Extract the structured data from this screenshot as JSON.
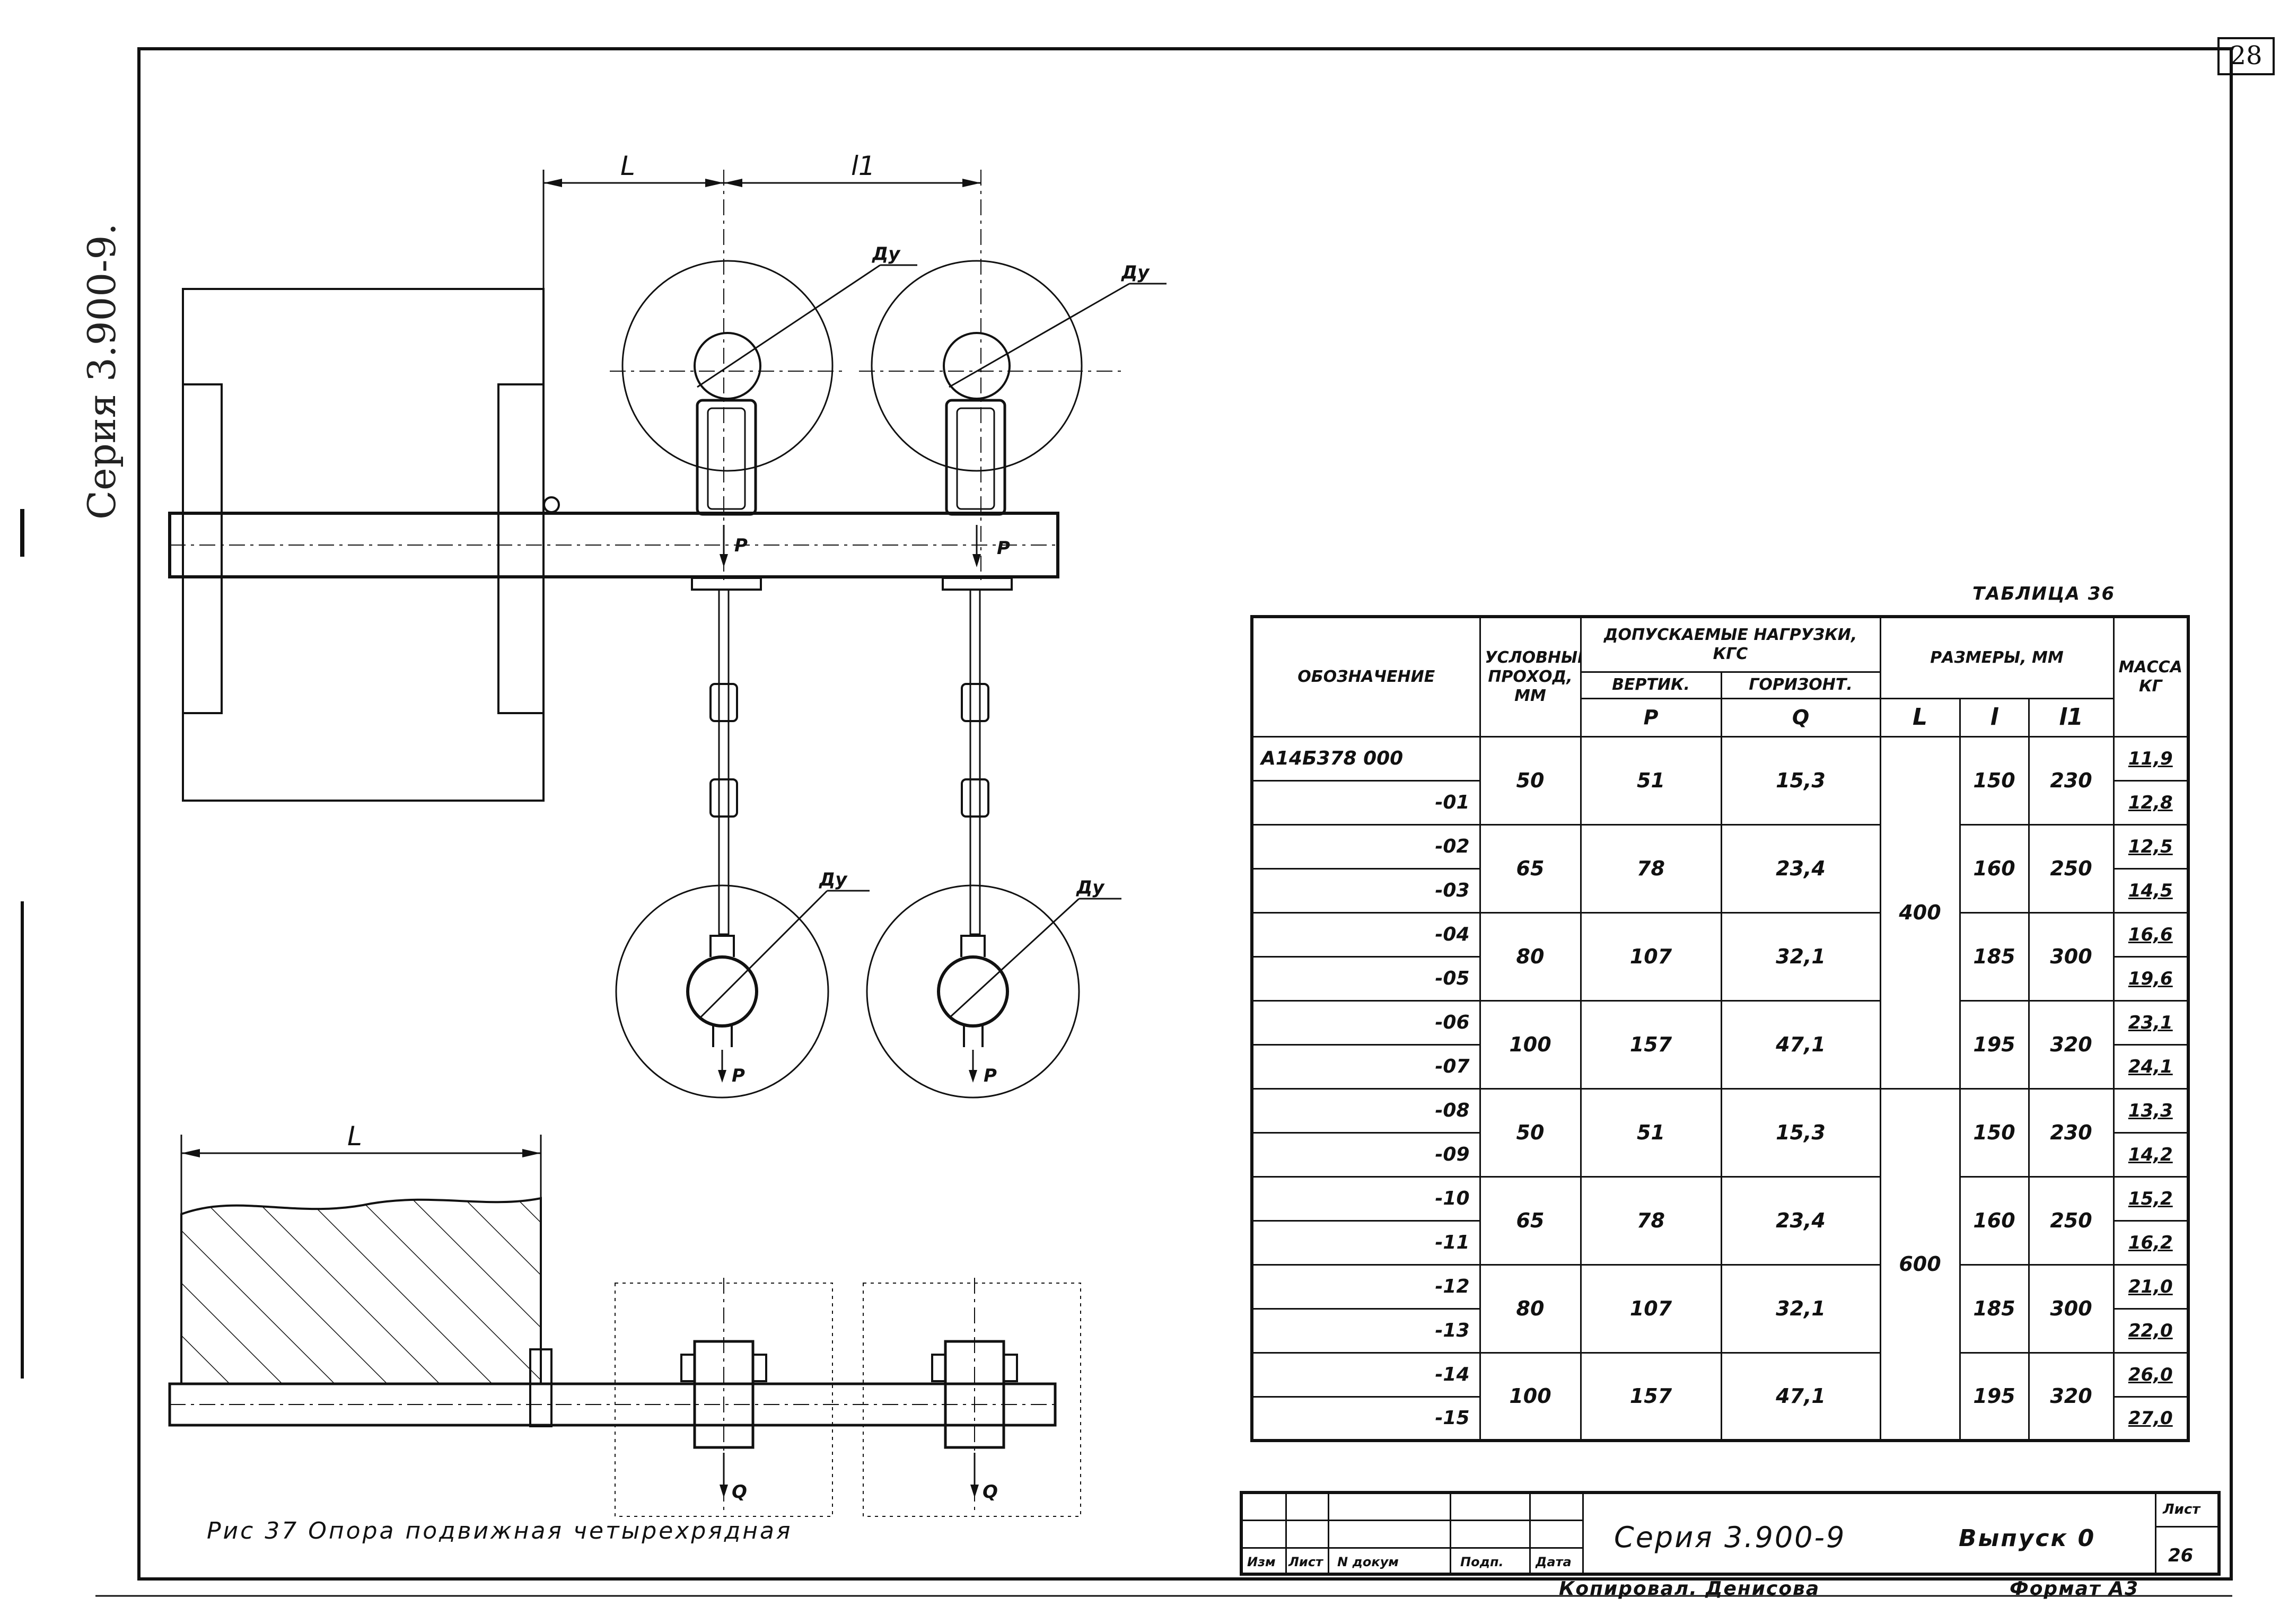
{
  "sheet_corner_number": "28",
  "series_vertical": "Серия 3.900-9.",
  "table": {
    "caption": "ТАБЛИЦА 36",
    "headers": {
      "designation": "ОБОЗНАЧЕНИЕ",
      "nominal_bore": [
        "УСЛОВНЫЙ",
        "ПРОХОД,",
        "ММ"
      ],
      "loads": "ДОПУСКАЕМЫЕ НАГРУЗКИ, КГС",
      "vertical": "ВЕРТИК.",
      "horizontal": "ГОРИЗОНТ.",
      "P": "Р",
      "Q": "Q",
      "dimensions": "РАЗМЕРЫ, ММ",
      "L": "L",
      "l": "l",
      "l1": "l1",
      "mass": [
        "МАССА",
        "КГ"
      ]
    },
    "codes": [
      "А14Б378 000",
      "-01",
      "-02",
      "-03",
      "-04",
      "-05",
      "-06",
      "-07",
      "-08",
      "-09",
      "-10",
      "-11",
      "-12",
      "-13",
      "-14",
      "-15"
    ],
    "groups": [
      {
        "dn": "50",
        "P": "51",
        "Q": "15,3",
        "l": "150",
        "l1": "230"
      },
      {
        "dn": "65",
        "P": "78",
        "Q": "23,4",
        "l": "160",
        "l1": "250"
      },
      {
        "dn": "80",
        "P": "107",
        "Q": "32,1",
        "l": "185",
        "l1": "300"
      },
      {
        "dn": "100",
        "P": "157",
        "Q": "47,1",
        "l": "195",
        "l1": "320"
      },
      {
        "dn": "50",
        "P": "51",
        "Q": "15,3",
        "l": "150",
        "l1": "230"
      },
      {
        "dn": "65",
        "P": "78",
        "Q": "23,4",
        "l": "160",
        "l1": "250"
      },
      {
        "dn": "80",
        "P": "107",
        "Q": "32,1",
        "l": "185",
        "l1": "300"
      },
      {
        "dn": "100",
        "P": "157",
        "Q": "47,1",
        "l": "195",
        "l1": "320"
      }
    ],
    "L_values": [
      "400",
      "600"
    ],
    "masses": [
      "11,9",
      "12,8",
      "12,5",
      "14,5",
      "16,6",
      "19,6",
      "23,1",
      "24,1",
      "13,3",
      "14,2",
      "15,2",
      "16,2",
      "21,0",
      "22,0",
      "26,0",
      "27,0"
    ]
  },
  "drawing": {
    "dim_L": "L",
    "dim_l1": "l1",
    "Dy": "Ду",
    "P": "Р",
    "Q": "Q",
    "plan_L": "L"
  },
  "figure_caption": "Рис 37  Опора подвижная четырехрядная",
  "title_block": {
    "columns": [
      "Изм",
      "Лист",
      "N докум",
      "Подп.",
      "Дата"
    ],
    "series": "Серия 3.900-9",
    "issue": "Выпуск 0",
    "sheet_label": "Лист",
    "sheet_number": "26"
  },
  "copied_by": "Копировал.  Денисова",
  "format": "Формат А3"
}
